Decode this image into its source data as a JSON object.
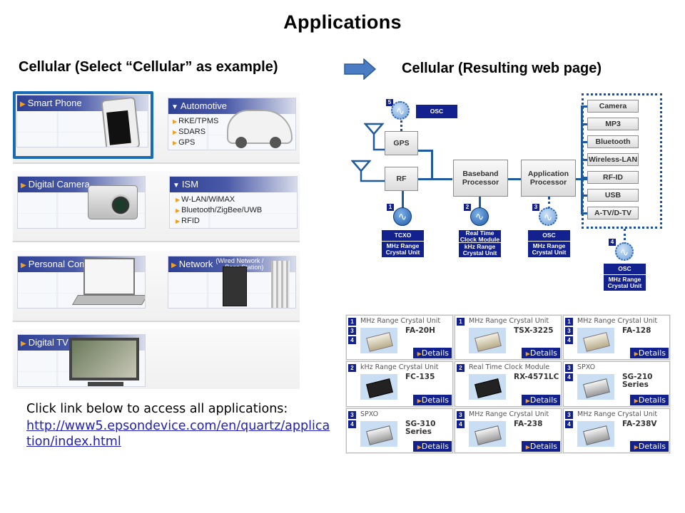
{
  "page": {
    "title": "Applications",
    "left_title": "Cellular (Select “Cellular” as example)",
    "right_title": "Cellular (Resulting web page)",
    "arrow_icon": "right-arrow-icon"
  },
  "categories": [
    {
      "label": "Smart Phone",
      "selected": true,
      "expanded": false,
      "items": []
    },
    {
      "label": "Automotive",
      "selected": false,
      "expanded": true,
      "items": [
        "RKE/TPMS",
        "SDARS",
        "GPS"
      ]
    },
    {
      "label": "Digital Camera",
      "selected": false,
      "expanded": false,
      "items": []
    },
    {
      "label": "ISM",
      "selected": false,
      "expanded": true,
      "items": [
        "W-LAN/WiMAX",
        "Bluetooth/ZigBee/UWB",
        "RFID"
      ]
    },
    {
      "label": "Personal Computer",
      "selected": false,
      "expanded": false,
      "items": []
    },
    {
      "label": "Network",
      "sublabel_line1": "(Wired Network /",
      "sublabel_line2": "Base Station)",
      "selected": false,
      "expanded": false,
      "items": []
    },
    {
      "label": "Digital TV",
      "selected": false,
      "expanded": false,
      "items": []
    }
  ],
  "link_section": {
    "hint": "Click link below to access all applications:",
    "link": "http://www5.epsondevice.com/en/quartz/application/index.html"
  },
  "diagram": {
    "blocks": {
      "gps": "GPS",
      "rf": "RF",
      "baseband": "Baseband Processor",
      "application": "Application Processor"
    },
    "peripherals": [
      "Camera",
      "MP3",
      "Bluetooth",
      "Wireless-LAN",
      "RF-ID",
      "USB",
      "A-TV/D-TV"
    ],
    "oscillators": [
      {
        "num": "1",
        "top": "TCXO",
        "bottom": "MHz Range Crystal Unit"
      },
      {
        "num": "2",
        "top": "Real Time Clock Module",
        "bottom": "kHz Range Crystal Unit"
      },
      {
        "num": "3",
        "top": "OSC",
        "bottom": "MHz Range Crystal Unit"
      },
      {
        "num": "4",
        "top": "OSC",
        "bottom": "MHz Range Crystal Unit"
      },
      {
        "num": "5",
        "top": "OSC",
        "bottom": ""
      }
    ]
  },
  "products": [
    {
      "badges": [
        "1",
        "3",
        "4"
      ],
      "category": "MHz Range Crystal Unit",
      "name": "FA-20H",
      "thumb": "light",
      "details": "Details"
    },
    {
      "badges": [
        "1"
      ],
      "category": "MHz Range Crystal Unit",
      "name": "TSX-3225",
      "thumb": "light",
      "details": "Details"
    },
    {
      "badges": [
        "1",
        "3",
        "4"
      ],
      "category": "MHz Range Crystal Unit",
      "name": "FA-128",
      "thumb": "light",
      "details": "Details"
    },
    {
      "badges": [
        "2"
      ],
      "category": "kHz Range Crystal Unit",
      "name": "FC-135",
      "thumb": "dark",
      "details": "Details"
    },
    {
      "badges": [
        "2"
      ],
      "category": "Real Time Clock Module",
      "name": "RX-4571LC",
      "thumb": "dark",
      "details": "Details"
    },
    {
      "badges": [
        "3",
        "4"
      ],
      "category": "SPXO",
      "name": "SG-210\nSeries",
      "thumb": "metal",
      "details": "Details"
    },
    {
      "badges": [
        "3",
        "4"
      ],
      "category": "SPXO",
      "name": "SG-310\nSeries",
      "thumb": "metal",
      "details": "Details"
    },
    {
      "badges": [
        "3",
        "4"
      ],
      "category": "MHz Range Crystal Unit",
      "name": "FA-238",
      "thumb": "metal",
      "details": "Details"
    },
    {
      "badges": [
        "3",
        "4"
      ],
      "category": "MHz Range Crystal Unit",
      "name": "FA-238V",
      "thumb": "metal",
      "details": "Details"
    }
  ],
  "colors": {
    "selection_border": "#1a6bb5",
    "header_navy": "#13218e",
    "link": "#1f1fb5",
    "arrow": "#4a7cc4",
    "accent_orange": "#f0a020"
  }
}
